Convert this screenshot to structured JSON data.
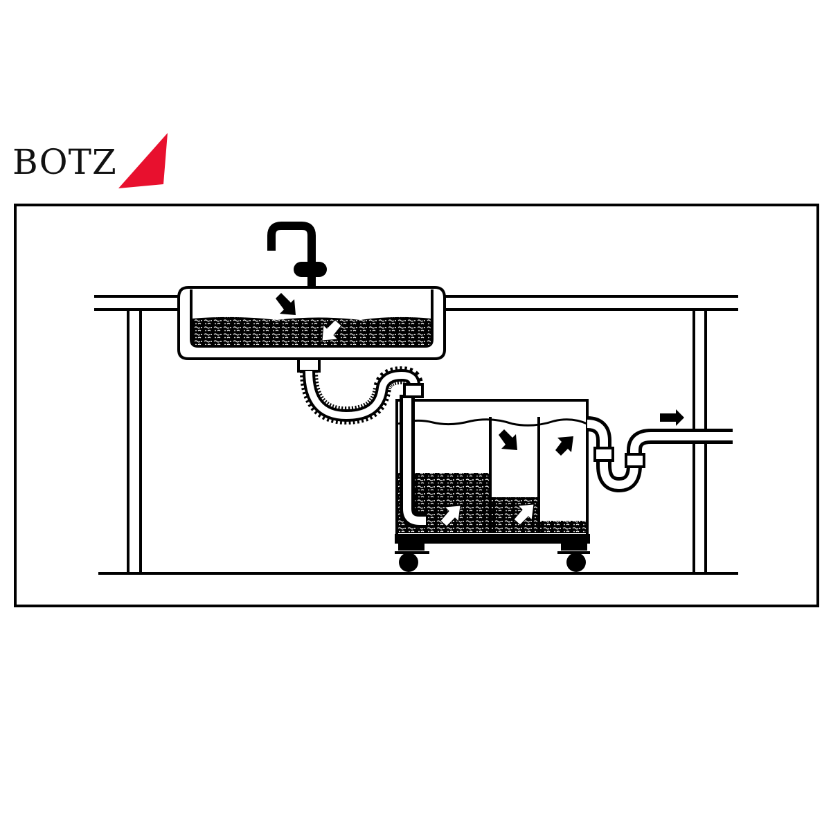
{
  "logo": {
    "text": "BOTZ",
    "accent_color": "#e8102e",
    "text_color": "#111111"
  },
  "diagram": {
    "subject": "Under-sink grease/sediment separator installation",
    "frame_color": "#000000",
    "background": "#ffffff",
    "components": [
      {
        "name": "faucet",
        "label": "faucet-icon"
      },
      {
        "name": "sink-basin",
        "label": "sink with sediment"
      },
      {
        "name": "corrugated-drain-hose",
        "label": "flexible hose"
      },
      {
        "name": "separator-tank",
        "label": "three-chamber separator on wheeled cart"
      },
      {
        "name": "p-trap",
        "label": "outlet trap"
      },
      {
        "name": "outlet-pipe",
        "label": "drain outlet"
      },
      {
        "name": "counter-frame",
        "label": "counter with legs"
      }
    ],
    "arrows": [
      {
        "id": "sink-in",
        "direction": "down-right",
        "fill": "black"
      },
      {
        "id": "sink-out",
        "direction": "down-left",
        "fill": "white"
      },
      {
        "id": "tank-1",
        "direction": "up-right",
        "fill": "white"
      },
      {
        "id": "tank-2-down",
        "direction": "down-right",
        "fill": "black"
      },
      {
        "id": "tank-2-up",
        "direction": "up-right",
        "fill": "white"
      },
      {
        "id": "tank-3",
        "direction": "up-right",
        "fill": "black"
      },
      {
        "id": "outlet",
        "direction": "right",
        "fill": "black"
      }
    ]
  }
}
